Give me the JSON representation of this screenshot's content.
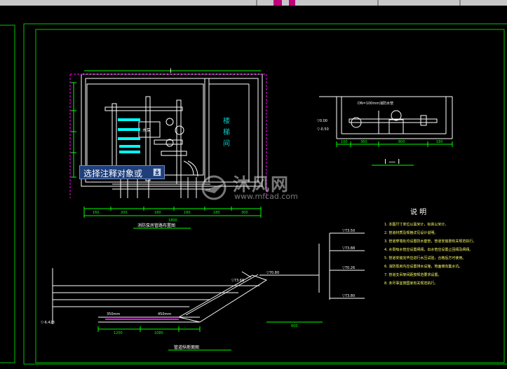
{
  "tooltip": {
    "label": "选择注释对象或"
  },
  "watermark": {
    "chinese": "沐风网",
    "site": "www.mfcad.com"
  },
  "plan_view": {
    "section_mark": "I",
    "room_label": [
      "楼",
      "梯",
      "间"
    ],
    "pump_label": "水泵",
    "caption": "消防泵房管路布置图",
    "dims_bottom": [
      "160",
      "200",
      "180",
      "180",
      "180",
      "300"
    ],
    "dim_total": "1800"
  },
  "section_view": {
    "title": "I — I",
    "pipe_note": "DN=100mm消防水管",
    "level_1": "▽0.00",
    "level_2": "▽-0.50",
    "dims": [
      "100",
      "360",
      "800",
      "180"
    ]
  },
  "notes": {
    "title": "说  明",
    "lines": [
      "1. 本图尺寸单位以毫米计，标高以米计。",
      "2. 管道材质及规格详见设计说明。",
      "3. 管道穿墙处均设置防水套管，管道安装按有关规范执行。",
      "4. 水泵吸水管应设置闸阀，出水管应设置止回阀及闸阀。",
      "5. 管道安装完毕应进行水压试验，合格后方可使用。",
      "6. 消防泵房内应设置排水设施，地面坡向集水坑。",
      "7. 管道支吊架间距按规范要求设置。",
      "8. 未尽事宜按国家有关规范执行。"
    ]
  },
  "long_section": {
    "caption": "管道纵断面图",
    "levels": [
      "▽73.50",
      "▽73.88",
      "▽70.26",
      "▽73.80",
      "▽70.80",
      "▽73.68",
      "▽-6.423"
    ],
    "pipe_labels": [
      "350mm",
      "450mm"
    ],
    "dims": [
      "1200",
      "1080",
      "600"
    ]
  },
  "colors": {
    "frame": "#00c800",
    "drawing": "#ffffff",
    "accent": "#ff00ff",
    "cyan": "#00ffff",
    "dim": "#00ff00",
    "tooltip_bg": "#1e3f7a"
  }
}
